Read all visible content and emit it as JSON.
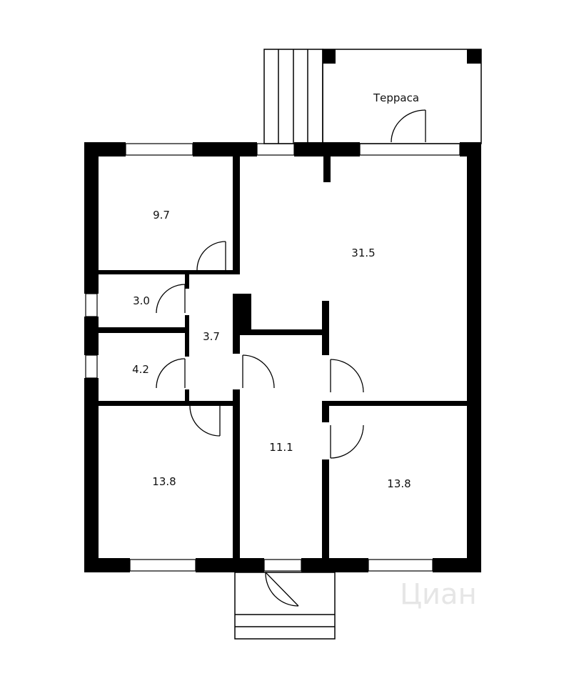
{
  "plan": {
    "rooms": {
      "terrace": "Терраса",
      "room_nw": "9.7",
      "living": "31.5",
      "closet_upper": "3.0",
      "hall": "3.7",
      "closet_lower": "4.2",
      "corridor": "11.1",
      "room_sw": "13.8",
      "room_se": "13.8"
    },
    "watermark": "Циан",
    "colors": {
      "wall": "#000000",
      "line": "#222222",
      "background": "#ffffff"
    }
  }
}
